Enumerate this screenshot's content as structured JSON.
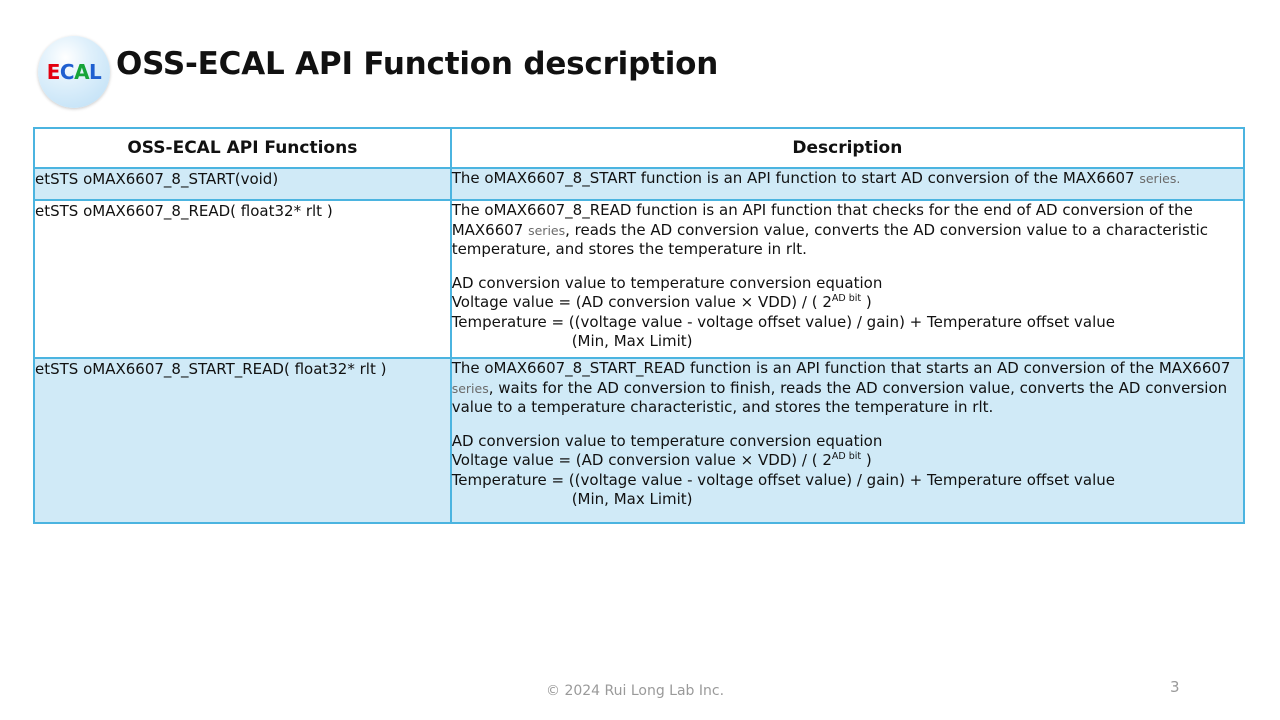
{
  "header": {
    "title": "OSS-ECAL API Function description",
    "logo": {
      "letters": [
        {
          "char": "E",
          "color": "#e3000f"
        },
        {
          "char": "C",
          "color": "#1f5fd0"
        },
        {
          "char": "A",
          "color": "#17a438"
        },
        {
          "char": "L",
          "color": "#1f5fd0"
        }
      ],
      "alt": "ECAL logo"
    }
  },
  "table": {
    "columns": [
      "OSS-ECAL API Functions",
      "Description"
    ],
    "rows": [
      {
        "function": "etSTS oMAX6607_8_START(void)",
        "description": {
          "lead": "The oMAX6607_8_START function is an API function to start AD conversion of the MAX6607 ",
          "series_word": "series.",
          "equation": null
        }
      },
      {
        "function": "etSTS oMAX6607_8_READ( float32* rlt )",
        "description": {
          "lead_part1": "The oMAX6607_8_READ function is an API function that checks for the end of AD conversion of the MAX6607 ",
          "series_word": "series",
          "lead_part2": ", reads the AD conversion value, converts the AD conversion value to a characteristic temperature, and stores the temperature in rlt.",
          "equation": {
            "heading": "AD conversion value to temperature conversion equation",
            "line_voltage_pre": "Voltage value = (AD conversion value × VDD) / ( 2",
            "line_voltage_sup": "AD bit",
            "line_voltage_post": " )",
            "line_temperature": "Temperature = ((voltage value - voltage offset value) / gain) + Temperature offset value",
            "line_limit": "(Min, Max Limit)"
          }
        }
      },
      {
        "function": "etSTS oMAX6607_8_START_READ( float32* rlt )",
        "description": {
          "lead_part1": "The oMAX6607_8_START_READ function is an API function that starts an AD conversion of the MAX6607 ",
          "series_word": "series",
          "lead_part2": ", waits for the AD conversion to finish, reads the AD conversion value, converts the AD conversion value to a temperature characteristic, and stores the temperature in rlt.",
          "equation": {
            "heading": "AD conversion value to temperature conversion equation",
            "line_voltage_pre": "Voltage value = (AD conversion value × VDD) / ( 2",
            "line_voltage_sup": "AD bit",
            "line_voltage_post": " )",
            "line_temperature": "Temperature = ((voltage value - voltage offset value) / gain) + Temperature offset value",
            "line_limit": "(Min, Max Limit)"
          }
        }
      }
    ]
  },
  "footer": {
    "copyright": "© 2024 Rui Long Lab Inc.",
    "page_number": "3"
  },
  "colors": {
    "table_border": "#4bb4e0",
    "row_fill": "#d0eaf7",
    "muted_text": "#9a9a9a",
    "series_text": "#6b6b6b"
  }
}
